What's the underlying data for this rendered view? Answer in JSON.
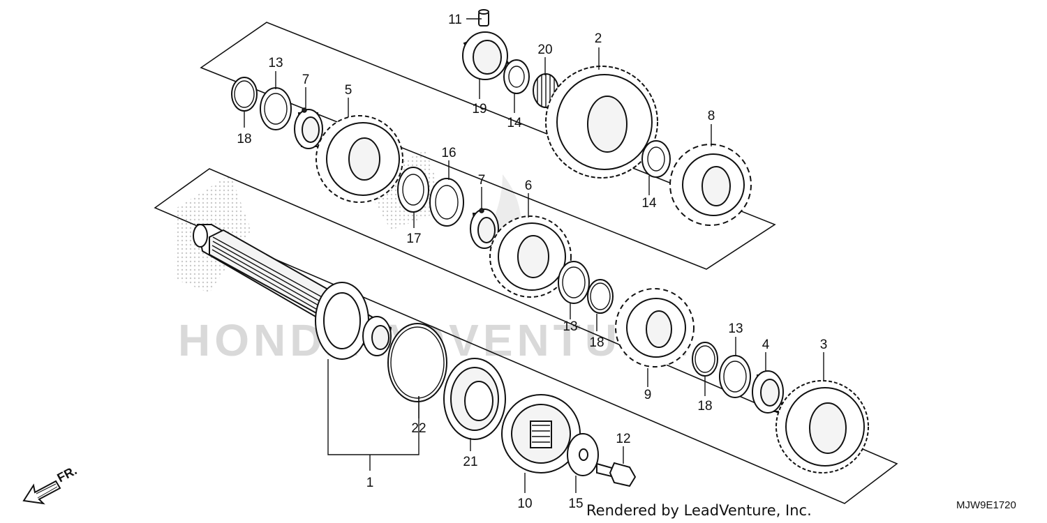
{
  "callouts": [
    "1",
    "2",
    "3",
    "4",
    "5",
    "6",
    "7",
    "7",
    "8",
    "9",
    "10",
    "11",
    "12",
    "13",
    "13",
    "13",
    "14",
    "14",
    "15",
    "16",
    "17",
    "18",
    "18",
    "18",
    "19",
    "20",
    "21",
    "22"
  ],
  "watermark": "HONDA ADVENTURE",
  "direction_label": "FR.",
  "footer": {
    "credit": "Rendered by LeadVenture, Inc.",
    "diagram_code": "MJW9E1720"
  }
}
